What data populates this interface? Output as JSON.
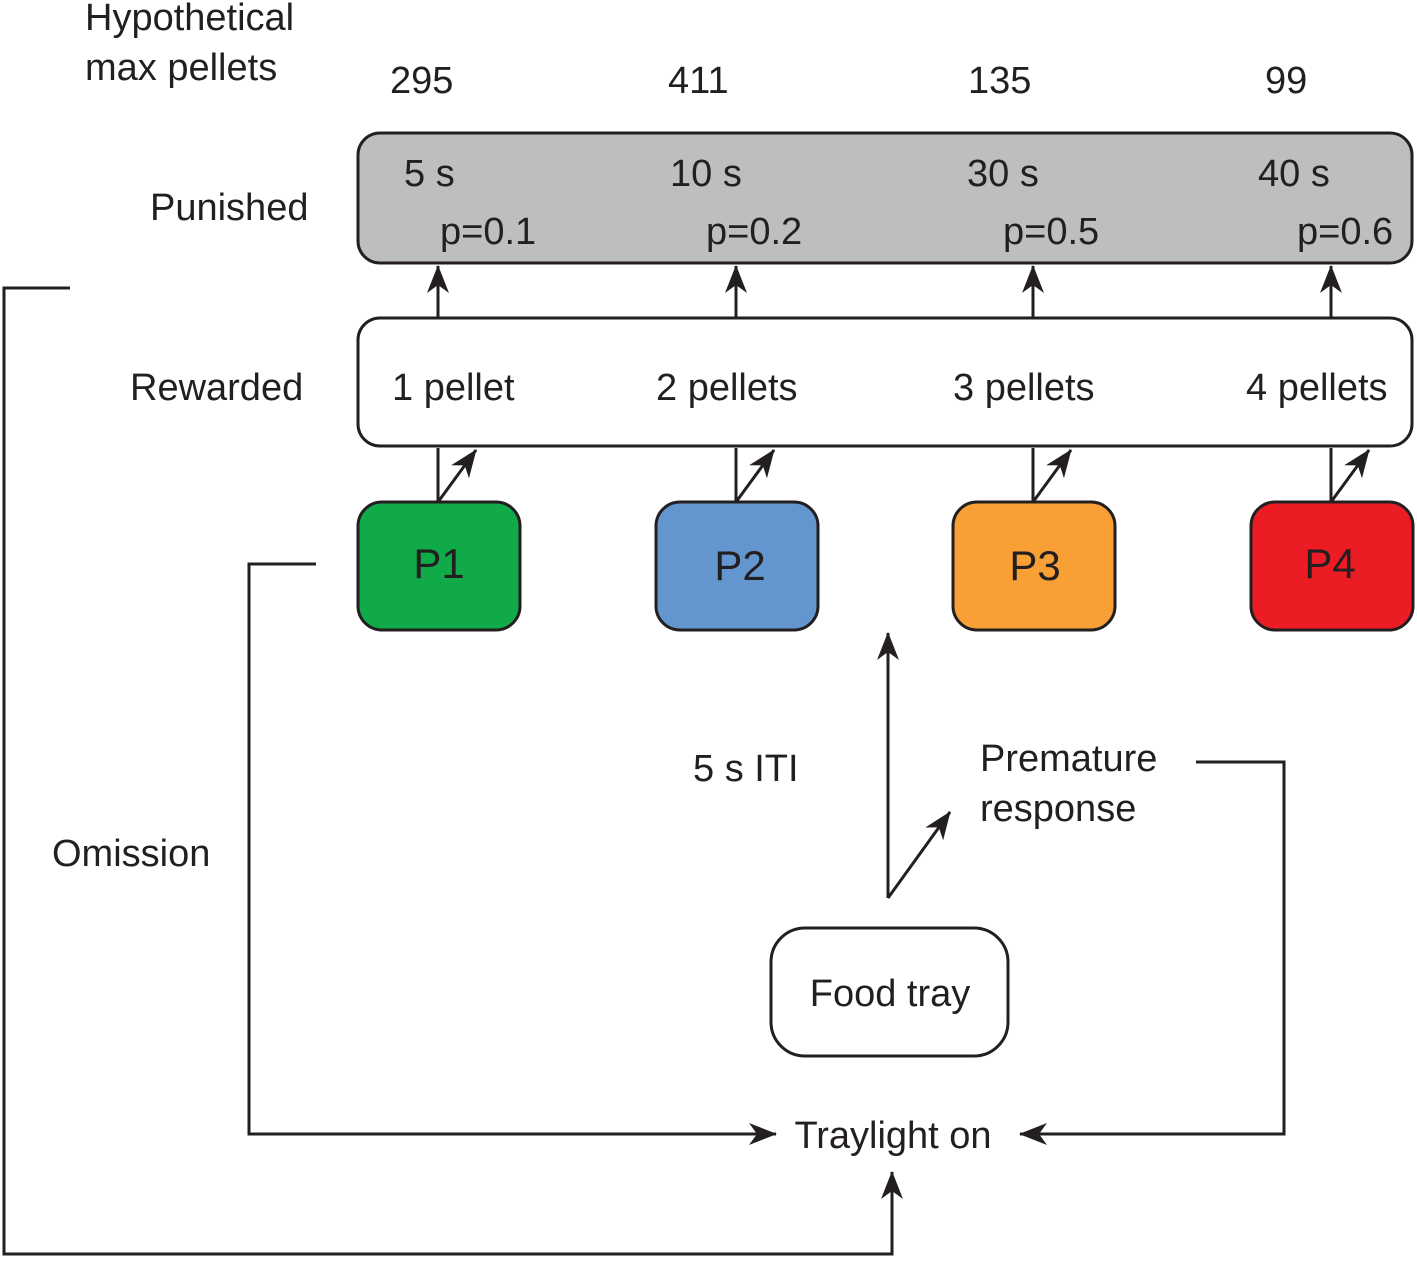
{
  "header": {
    "line1": "Hypothetical",
    "line2": "max pellets",
    "values": [
      "295",
      "411",
      "135",
      "99"
    ]
  },
  "rows": {
    "punished": "Punished",
    "rewarded": "Rewarded",
    "omission": "Omission"
  },
  "options": [
    {
      "key": "P1",
      "label": "P1",
      "color": "#10aa48",
      "delay": "5 s",
      "prob": "p=0.1",
      "reward": "1 pellet"
    },
    {
      "key": "P2",
      "label": "P2",
      "color": "#6396cf",
      "delay": "10 s",
      "prob": "p=0.2",
      "reward": "2 pellets"
    },
    {
      "key": "P3",
      "label": "P3",
      "color": "#f8a036",
      "delay": "30 s",
      "prob": "p=0.5",
      "reward": "3 pellets"
    },
    {
      "key": "P4",
      "label": "P4",
      "color": "#ec1c24",
      "delay": "40 s",
      "prob": "p=0.6",
      "reward": "4 pellets"
    }
  ],
  "flow": {
    "iti": "5 s ITI",
    "premature_line1": "Premature",
    "premature_line2": "response",
    "food_tray": "Food tray",
    "traylight": "Traylight on"
  },
  "colors": {
    "punished_box": "#bcbec0",
    "stroke": "#231f20"
  }
}
